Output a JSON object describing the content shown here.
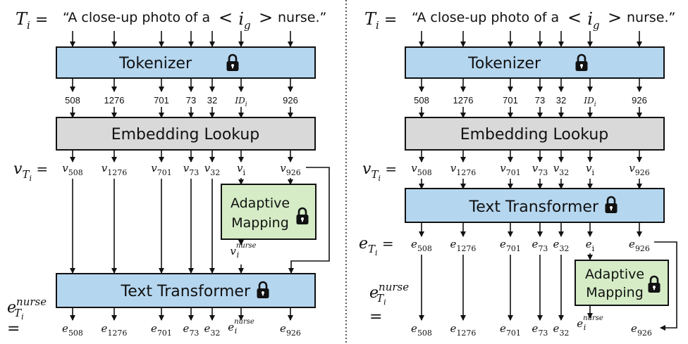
{
  "prompt_label": "T",
  "prompt_label_sub": "i",
  "equals": "=",
  "prompt_text_before": "“A close-up photo of  a",
  "prompt_lt": "<",
  "prompt_placeholder": "i",
  "prompt_placeholder_sub": "g",
  "prompt_gt": ">",
  "prompt_text_after": "nurse.”",
  "token_ids": [
    "508",
    "1276",
    "701",
    "73",
    "32",
    "",
    "926"
  ],
  "token_id_special": "ID",
  "token_id_special_sub": "i",
  "tokenizer_label": "Tokenizer",
  "embedding_label": "Embedding Lookup",
  "text_transformer_label": "Text Transformer",
  "adaptive_mapping_line1": "Adaptive",
  "adaptive_mapping_line2": "Mapping",
  "v_label": "v",
  "v_label_sub": "T",
  "v_label_subsub": "i",
  "v_subs": [
    "508",
    "1276",
    "701",
    "73",
    "32",
    "i",
    "926"
  ],
  "e_symbol": "e",
  "e_subs_right_mid": [
    "508",
    "1276",
    "701",
    "73",
    "32",
    "i",
    "926"
  ],
  "e_subs": [
    "508",
    "1276",
    "701",
    "73",
    "32",
    "i",
    "926"
  ],
  "nurse_sup": "nurse",
  "colors": {
    "tokenizer": "#b5d6ef",
    "embedding": "#d9d9d9",
    "transformer": "#b5d6ef",
    "adaptive": "#d5ecc6"
  }
}
